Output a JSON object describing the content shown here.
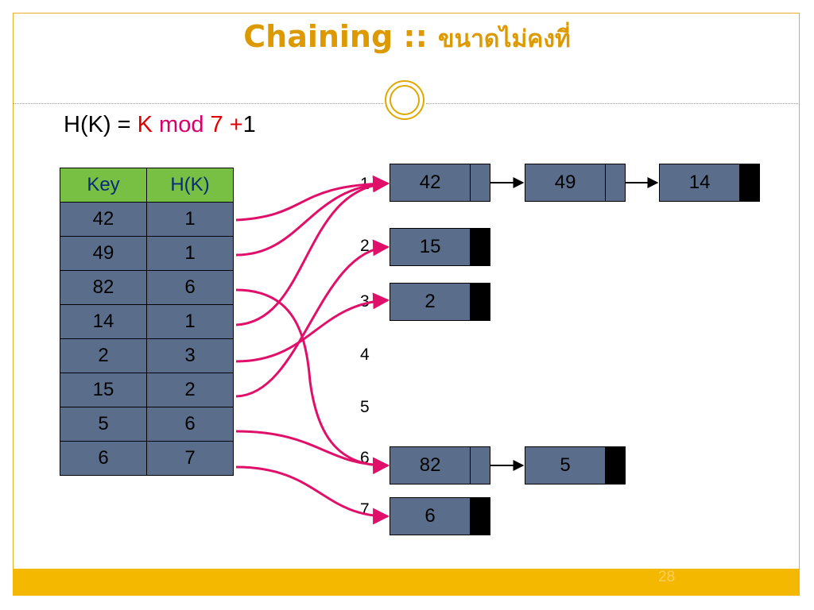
{
  "slide": {
    "title": "Chaining ::",
    "subtitle": "ขนาดไม่คงที่",
    "page_number": "28"
  },
  "formula": {
    "lhs": "H(K) = ",
    "k": "K",
    "mod": " mod ",
    "seven": "7",
    "plus": " +",
    "one": "1"
  },
  "table": {
    "headers": [
      "Key",
      "H(K)"
    ],
    "rows": [
      {
        "key": "42",
        "h": "1"
      },
      {
        "key": "49",
        "h": "1"
      },
      {
        "key": "82",
        "h": "6"
      },
      {
        "key": "14",
        "h": "1"
      },
      {
        "key": "2",
        "h": "3"
      },
      {
        "key": "15",
        "h": "2"
      },
      {
        "key": "5",
        "h": "6"
      },
      {
        "key": "6",
        "h": "7"
      }
    ]
  },
  "slots": [
    "1",
    "2",
    "3",
    "4",
    "5",
    "6",
    "7"
  ],
  "chains": {
    "slot1": [
      "42",
      "49",
      "14"
    ],
    "slot2": [
      "15"
    ],
    "slot3": [
      "2"
    ],
    "slot6": [
      "82",
      "5"
    ],
    "slot7": [
      "6"
    ]
  },
  "colors": {
    "title": "#dc9a00",
    "node_fill": "#5a6e8c",
    "header_fill": "#77c043",
    "arrow": "#e0106a",
    "footer": "#f5b800"
  }
}
